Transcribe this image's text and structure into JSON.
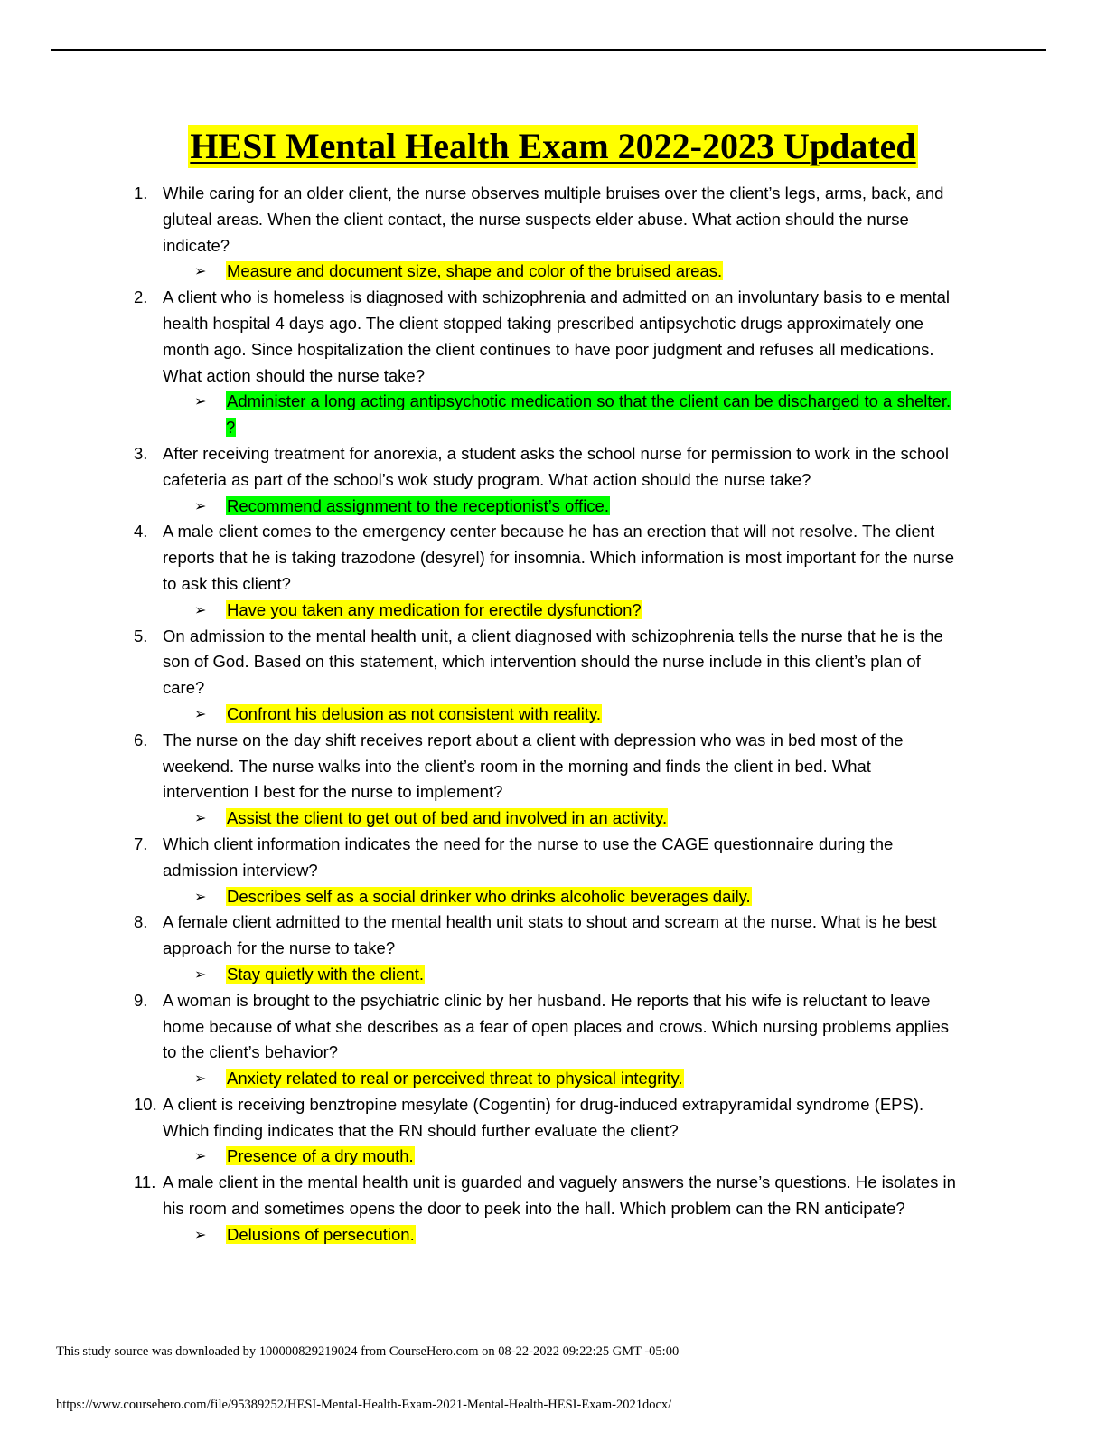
{
  "title": "HESI Mental Health Exam 2022-2023 Updated",
  "items": [
    {
      "num": "1.",
      "question": "While caring for an older client, the nurse observes multiple bruises over the client’s legs, arms, back, and gluteal areas. When the client contact, the nurse suspects elder abuse. What action should the nurse indicate?",
      "answer": "Measure and document size, shape and color of the bruised areas.",
      "highlight": "#ffff00"
    },
    {
      "num": "2.",
      "question": "A client who is homeless is diagnosed with schizophrenia and admitted on an involuntary basis to e mental health hospital 4 days ago. The client stopped taking prescribed antipsychotic drugs approximately one month ago. Since hospitalization the client continues to have poor judgment and refuses all medications. What action should the nurse take?",
      "answer": "Administer a long acting antipsychotic medication so that the client can be discharged to a shelter. ?",
      "highlight": "#00ff00"
    },
    {
      "num": "3.",
      "question": "After receiving treatment for anorexia, a student asks the school nurse for permission to work in the school cafeteria as part of the school’s wok study program. What action should the nurse take?",
      "answer": "Recommend assignment to the receptionist’s office.",
      "highlight": "#00ff00"
    },
    {
      "num": "4.",
      "question": "A male client comes to the emergency center because he has an erection that will not resolve. The client reports that he is taking trazodone (desyrel) for insomnia. Which information is most important for the nurse to ask this client?",
      "answer": "Have you taken any medication for erectile dysfunction?",
      "highlight": "#ffff00"
    },
    {
      "num": "5.",
      "question": "On admission to the mental health unit, a client diagnosed with schizophrenia tells the nurse that he is the son of God. Based on this statement, which intervention should the nurse include in this client’s plan of care?",
      "answer": "Confront his delusion as not consistent with reality.",
      "highlight": "#ffff00"
    },
    {
      "num": "6.",
      "question": "The nurse on the day shift receives report about a client with depression who was in bed most of the weekend. The nurse walks into the client’s room in the morning and finds the client in bed. What intervention I best for the nurse to implement?",
      "answer": "Assist the client to get out of bed and involved in an activity.",
      "highlight": "#ffff00"
    },
    {
      "num": "7.",
      "question": "Which client information indicates the need for the nurse to use the CAGE questionnaire during the admission interview?",
      "answer": "Describes self as a social drinker who drinks alcoholic beverages daily.",
      "highlight": "#ffff00"
    },
    {
      "num": "8.",
      "question": "A female client admitted to the mental health unit stats to shout and scream at the nurse. What is he best approach for the nurse to take?",
      "answer": "Stay quietly with the client.",
      "highlight": "#ffff00"
    },
    {
      "num": "9.",
      "question": "A woman is brought to the psychiatric clinic by her husband. He reports that his wife is reluctant to leave home because of what she describes as a fear of open places and crows. Which nursing problems applies to the client’s behavior?",
      "answer": "Anxiety related to real or perceived threat to physical integrity.",
      "highlight": "#ffff00"
    },
    {
      "num": "10.",
      "question": "A client is receiving benztropine mesylate (Cogentin) for drug-induced extrapyramidal syndrome (EPS). Which finding indicates that the RN should further evaluate the client?",
      "answer": "Presence of a dry mouth.",
      "highlight": "#ffff00"
    },
    {
      "num": "11.",
      "question": "A male client in the mental health unit is guarded and vaguely answers the nurse’s questions. He isolates in his room and sometimes opens the door to peek into the hall. Which problem can the RN anticipate?",
      "answer": "Delusions of persecution.",
      "highlight": "#ffff00"
    }
  ],
  "answer_bullet": "➢",
  "footer": {
    "source": "This study source was downloaded by 100000829219024 from CourseHero.com on 08-22-2022 09:22:25 GMT -05:00",
    "url": "https://www.coursehero.com/file/95389252/HESI-Mental-Health-Exam-2021-Mental-Health-HESI-Exam-2021docx/"
  }
}
